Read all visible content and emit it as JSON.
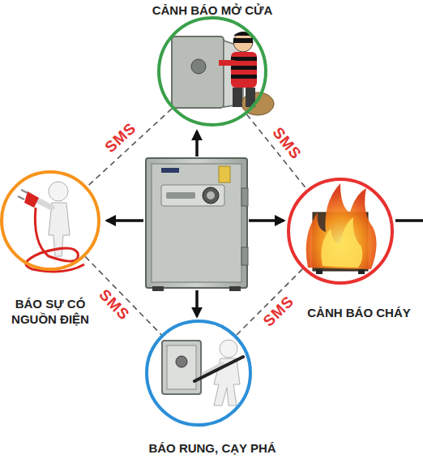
{
  "diagram": {
    "nodes": [
      {
        "text": [
          "CẢNH BÁO MỞ CỬA"
        ]
      },
      {
        "text": [
          "BÁO SỰ CÓ NGUỒN ĐIỆN"
        ]
      },
      {
        "text": [
          "CẢNH BÁO CHÁY"
        ]
      },
      {
        "text": [
          "BÁO RUNG, CẠY PHÁ"
        ]
      }
    ],
    "edges": [
      {
        "from": 0,
        "to": 1,
        "label": "SMS",
        "arrow": "none"
      },
      {
        "from": 0,
        "to": 2,
        "label": "SMS",
        "arrow": "none"
      },
      {
        "from": 1,
        "to": 3,
        "label": "SMS",
        "arrow": "none"
      },
      {
        "from": 2,
        "to": 3,
        "label": "SMS",
        "arrow": "none"
      }
    ]
  }
}
